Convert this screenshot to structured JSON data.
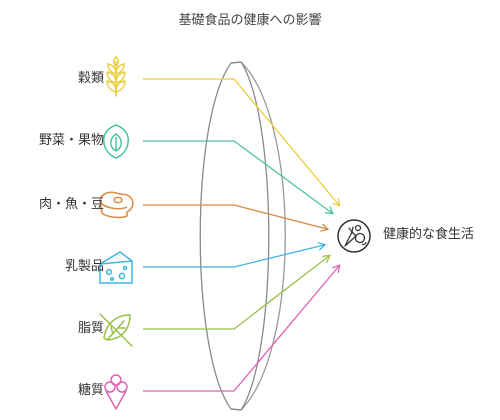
{
  "title": "基礎食品の健康への影響",
  "target": {
    "label": "健康的な食生活",
    "icon": "vegetables-icon"
  },
  "inputs": [
    {
      "label": "穀類",
      "icon": "wheat-icon",
      "color": "#e8cf3c"
    },
    {
      "label": "野菜・果物",
      "icon": "leaf-icon",
      "color": "#4cc49a"
    },
    {
      "label": "肉・魚・豆",
      "icon": "meat-icon",
      "color": "#d98a45"
    },
    {
      "label": "乳製品",
      "icon": "cheese-icon",
      "color": "#3fb5e0"
    },
    {
      "label": "脂質",
      "icon": "no-fat-icon",
      "color": "#9bc04a"
    },
    {
      "label": "糖質",
      "icon": "ice-cream-icon",
      "color": "#e062b4"
    }
  ]
}
